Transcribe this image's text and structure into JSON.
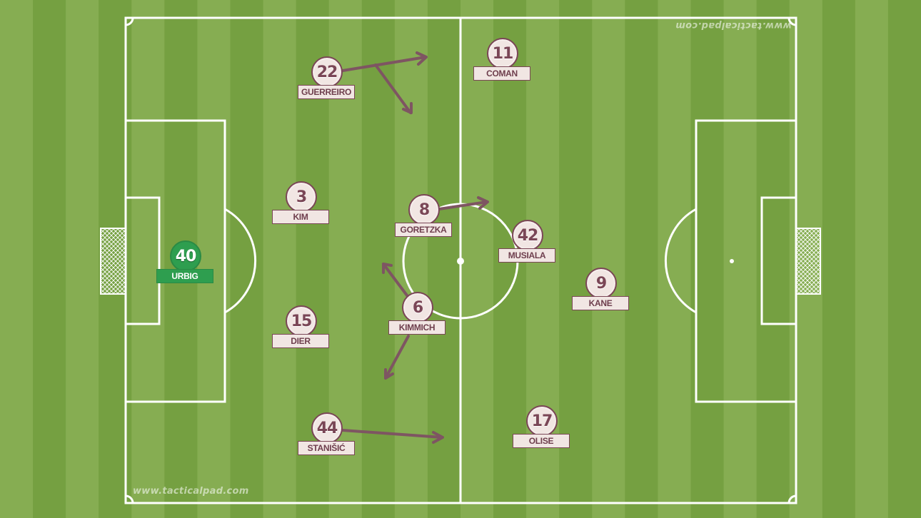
{
  "watermark": "www.tacticalpad.com",
  "colors": {
    "stripe_light": "#86ad52",
    "stripe_dark": "#75a041",
    "line": "#ffffff",
    "player_fill": "#f1e6e3",
    "player_outline": "#7a4656",
    "arrow": "#7e5562",
    "goalkeeper": "#2e9e4f"
  },
  "players": [
    {
      "id": "urbig",
      "number": "40",
      "name": "URBIG",
      "role": "goalkeeper"
    },
    {
      "id": "guerreiro",
      "number": "22",
      "name": "GUERREIRO",
      "role": "outfield"
    },
    {
      "id": "kim",
      "number": "3",
      "name": "KIM",
      "role": "outfield"
    },
    {
      "id": "dier",
      "number": "15",
      "name": "DIER",
      "role": "outfield"
    },
    {
      "id": "stanisic",
      "number": "44",
      "name": "STANIŠIĆ",
      "role": "outfield"
    },
    {
      "id": "goretzka",
      "number": "8",
      "name": "GORETZKA",
      "role": "outfield"
    },
    {
      "id": "kimmich",
      "number": "6",
      "name": "KIMMICH",
      "role": "outfield"
    },
    {
      "id": "coman",
      "number": "11",
      "name": "COMAN",
      "role": "outfield"
    },
    {
      "id": "musiala",
      "number": "42",
      "name": "MUSIALA",
      "role": "outfield"
    },
    {
      "id": "kane",
      "number": "9",
      "name": "KANE",
      "role": "outfield"
    },
    {
      "id": "olise",
      "number": "17",
      "name": "OLISE",
      "role": "outfield"
    }
  ]
}
